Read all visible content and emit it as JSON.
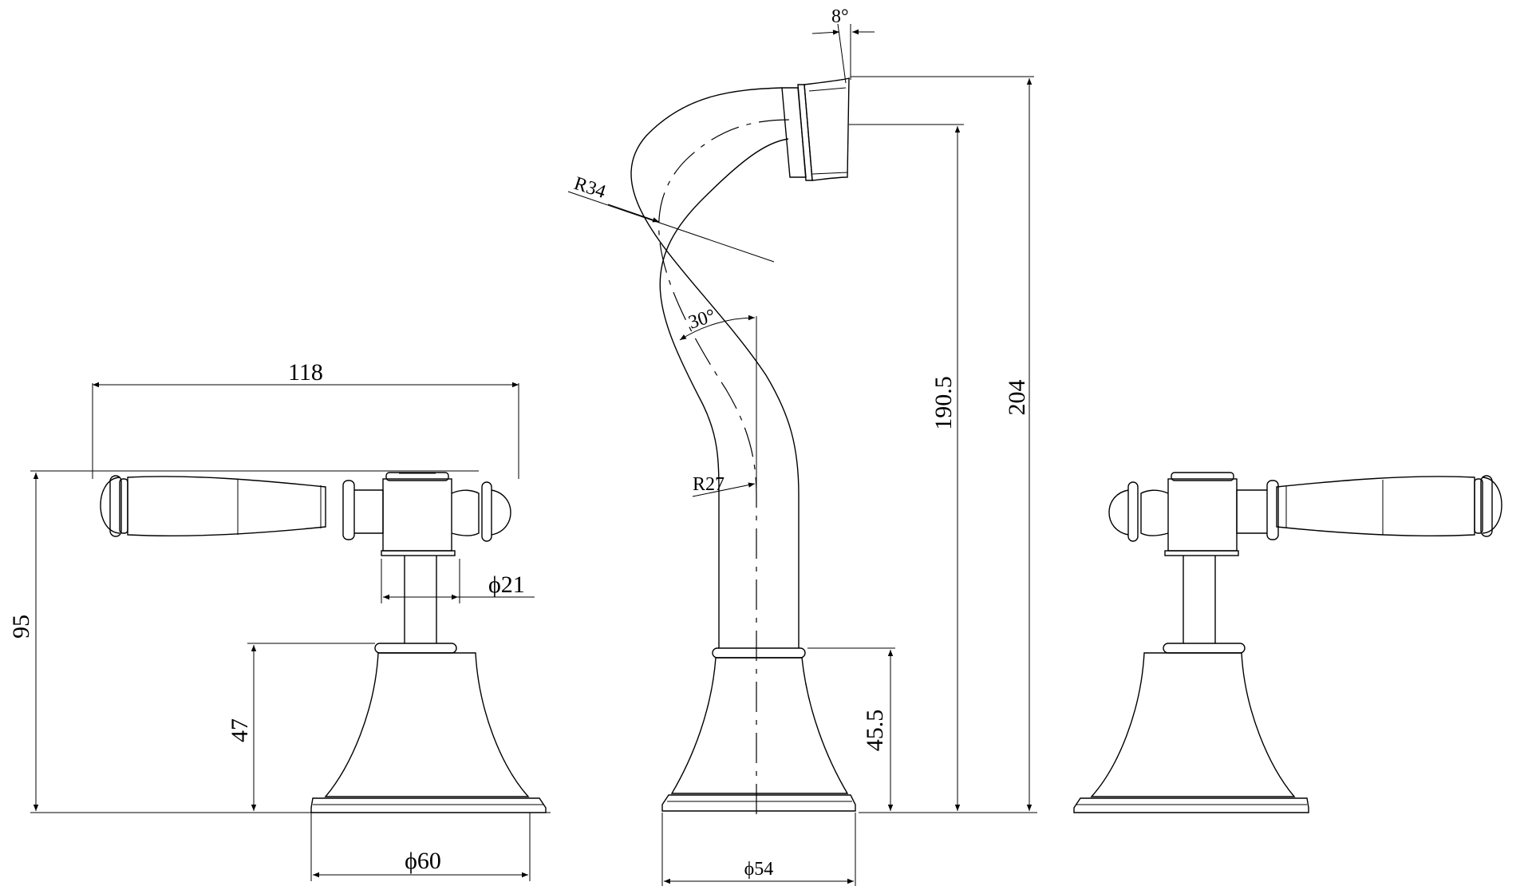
{
  "dimensions": {
    "handle_length": "118",
    "total_height_left": "95",
    "base_height_left": "47",
    "stem_diameter": "ϕ21",
    "base_diameter_left": "ϕ60",
    "spout_radius_outer": "R34",
    "spout_radius_inner": "R27",
    "spout_angle": "30°",
    "tip_angle": "8°",
    "spout_base_height": "45.5",
    "spout_outlet_height": "190.5",
    "spout_total_height": "204",
    "base_diameter_spout": "ϕ54"
  }
}
